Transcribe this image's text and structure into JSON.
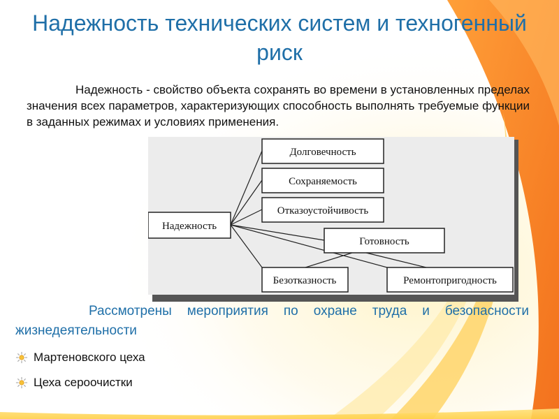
{
  "slide": {
    "title": "Надежность технических систем и техногенный риск",
    "definition": "Надежность - свойство объекта сохранять во времени в установленных пределах значения всех параметров, характеризующих способность выполнять требуемые функции в заданных режимах и условиях применения.",
    "considered_text": "Рассмотрены мероприятия по охране труда и безопасности жизнедеятельности",
    "bullets": [
      {
        "label": "Мартеновского цеха",
        "icon": "sun-bullet-icon"
      },
      {
        "label": "Цеха сероочистки",
        "icon": "sun-bullet-icon"
      }
    ]
  },
  "diagram": {
    "root": "Надежность",
    "properties": [
      "Долговечность",
      "Сохраняемость",
      "Отказоустойчивость",
      "Готовность",
      "Безотказность",
      "Ремонтопригодность"
    ]
  },
  "colors": {
    "title": "#1f6fa8",
    "accent_orange": "#f47a1f",
    "diagram_stroke": "#222222",
    "diagram_background": "#ececec"
  }
}
